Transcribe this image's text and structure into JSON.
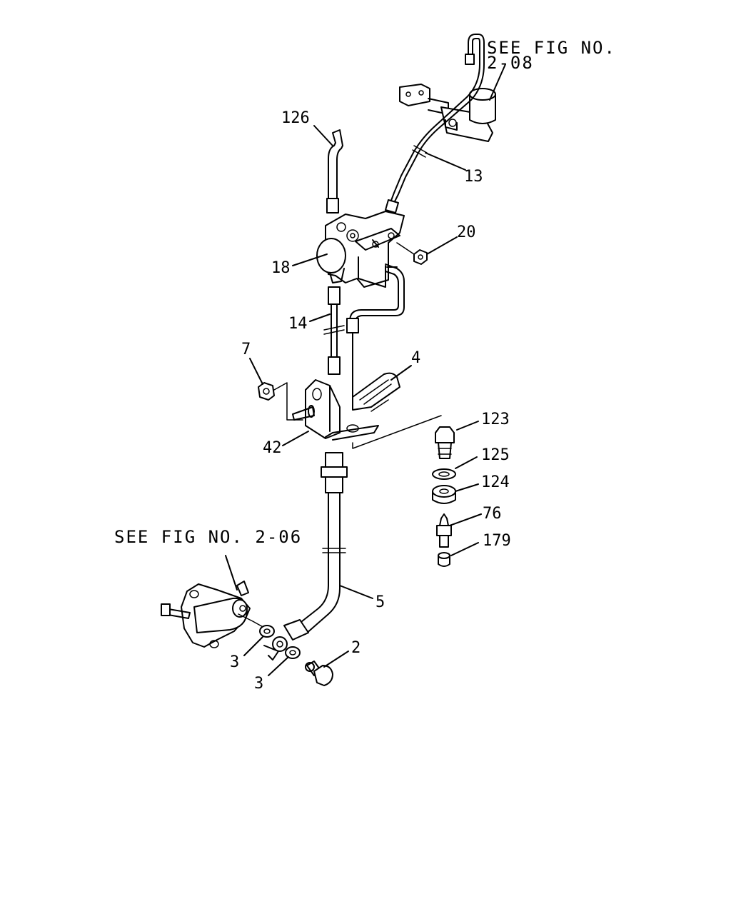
{
  "references": {
    "fig_2_08_line1": "SEE FIG NO.",
    "fig_2_08_line2": "2-08",
    "fig_2_06": "SEE FIG NO. 2-06"
  },
  "callouts": {
    "p126": "126",
    "p13": "13",
    "p20": "20",
    "p18": "18",
    "p14": "14",
    "p7": "7",
    "p4": "4",
    "p42": "42",
    "p123": "123",
    "p125": "125",
    "p124": "124",
    "p76": "76",
    "p179": "179",
    "p5": "5",
    "p2": "2",
    "p3a": "3",
    "p3b": "3"
  }
}
